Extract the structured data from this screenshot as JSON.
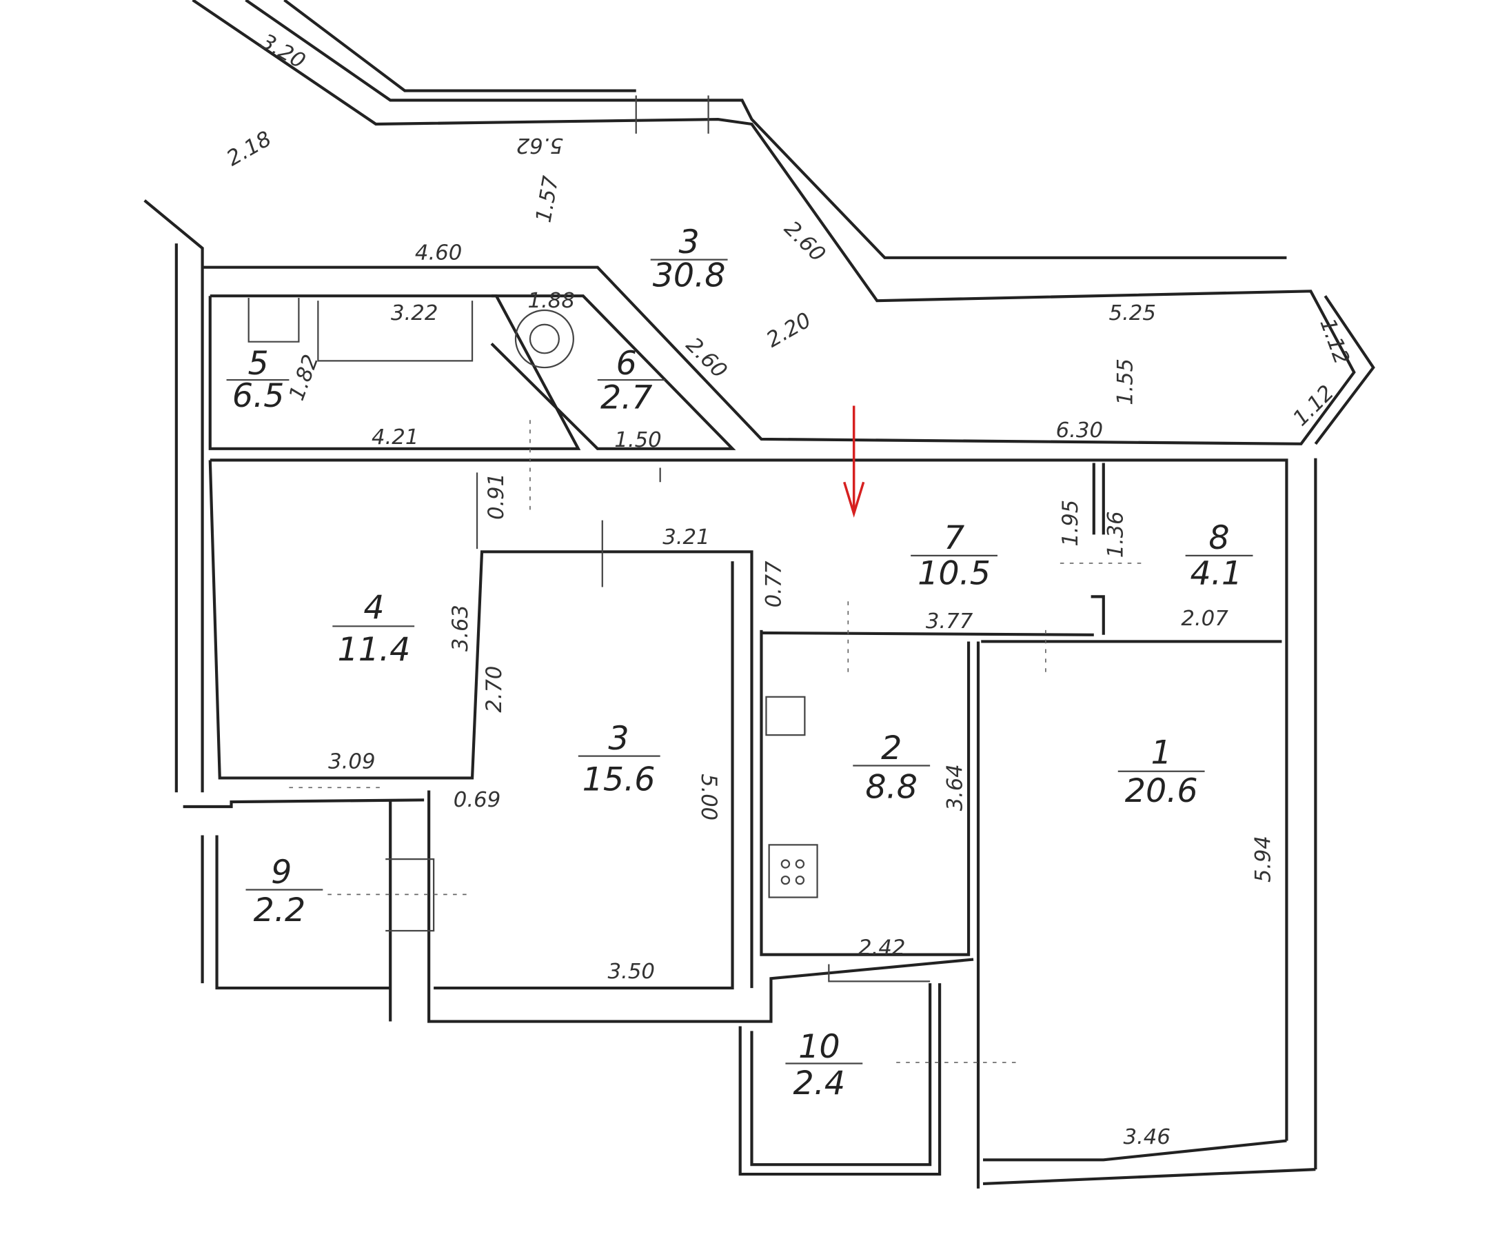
{
  "rooms": [
    {
      "num": "3",
      "area": "30.8"
    },
    {
      "num": "5",
      "area": "6.5"
    },
    {
      "num": "6",
      "area": "2.7"
    },
    {
      "num": "4",
      "area": "11.4"
    },
    {
      "num": "3",
      "area": "15.6"
    },
    {
      "num": "7",
      "area": "10.5"
    },
    {
      "num": "8",
      "area": "4.1"
    },
    {
      "num": "2",
      "area": "8.8"
    },
    {
      "num": "1",
      "area": "20.6"
    },
    {
      "num": "9",
      "area": "2.2"
    },
    {
      "num": "10",
      "area": "2.4"
    }
  ],
  "dims": [
    "3.20",
    "2.18",
    "5.62",
    "1.57",
    "4.60",
    "2.60",
    "5.25",
    "1.12",
    "1.12",
    "1.55",
    "6.30",
    "2.20",
    "2.60",
    "3.22",
    "1.88",
    "1.82",
    "4.21",
    "1.50",
    "0.91",
    "3.21",
    "0.77",
    "3.77",
    "1.95",
    "1.36",
    "2.07",
    "3.63",
    "2.70",
    "3.09",
    "0.69",
    "5.00",
    "3.64",
    "5.94",
    "2.42",
    "3.50",
    "3.46"
  ],
  "colors": {
    "walls": "#222222",
    "arrow": "#d62020"
  }
}
